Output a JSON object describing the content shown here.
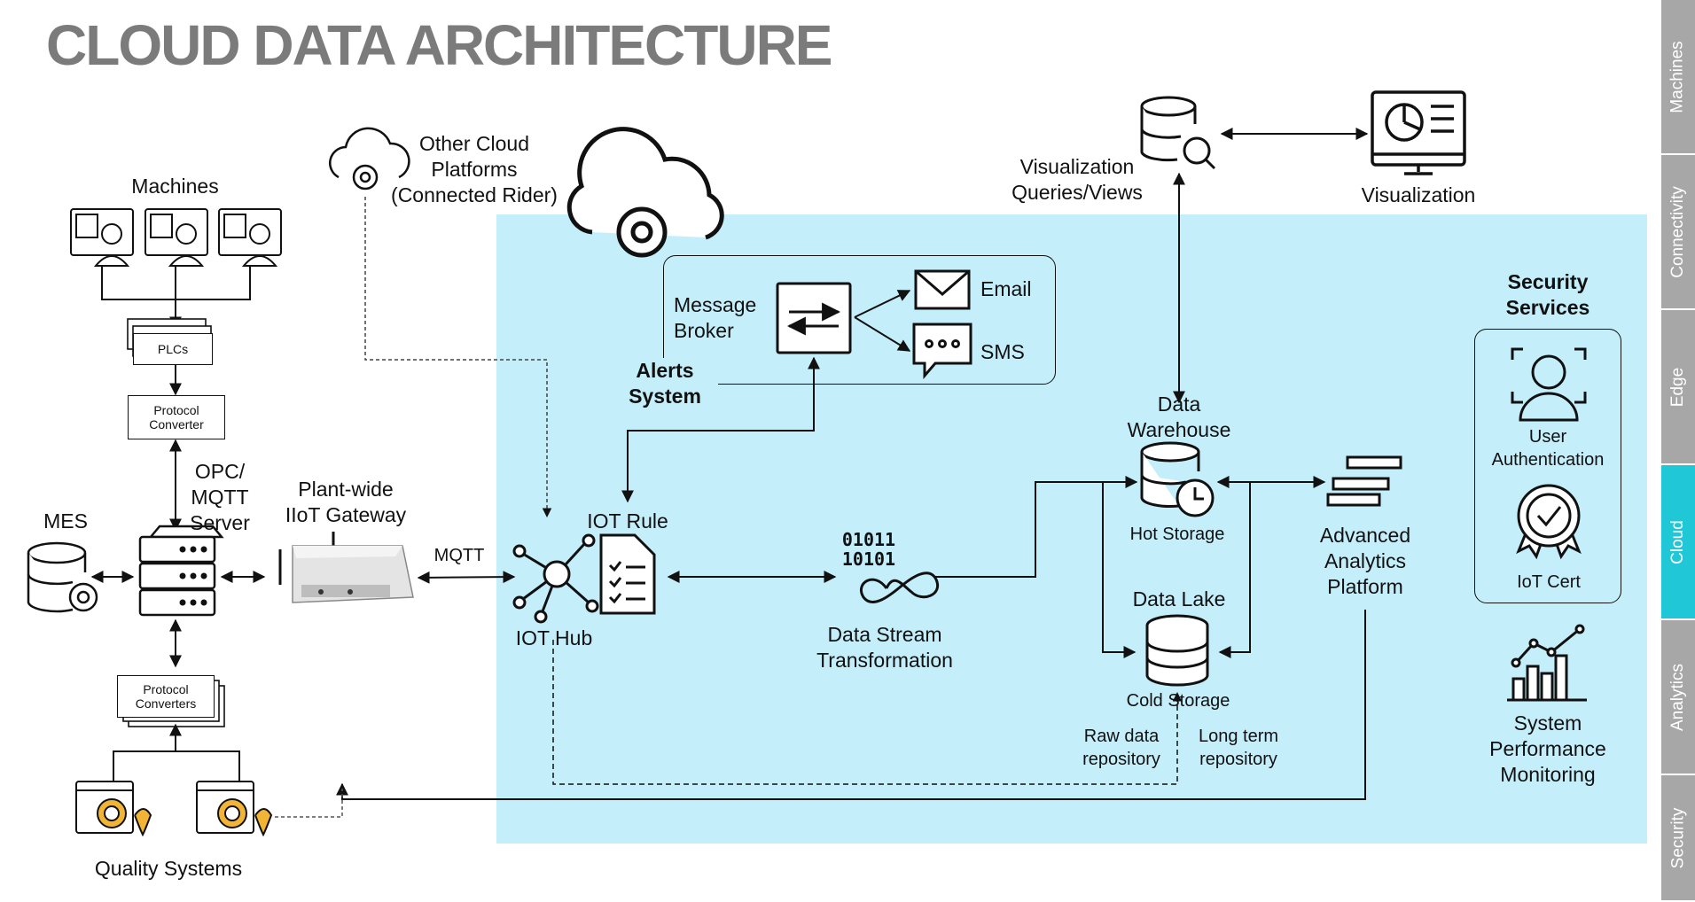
{
  "title": "CLOUD DATA ARCHITECTURE",
  "colors": {
    "cloud_region": "#c5eefb",
    "sidebar_gray": "#a7a7a7",
    "sidebar_active": "#20c7d7",
    "title_gray": "#7b7b7b"
  },
  "left": {
    "machines": "Machines",
    "plcs": "PLCs",
    "protocol_converter": [
      "Protocol",
      "Converter"
    ],
    "opc_mqtt": [
      "OPC/",
      "MQTT",
      "Server"
    ],
    "mes": "MES",
    "gateway": [
      "Plant-wide",
      "IIoT Gateway"
    ],
    "protocol_converters": [
      "Protocol",
      "Converters"
    ],
    "quality_systems": "Quality Systems",
    "other_cloud": [
      "Other Cloud",
      "Platforms",
      "(Connected Rider)"
    ],
    "mqtt": "MQTT"
  },
  "cloud": {
    "message_broker": [
      "Message",
      "Broker"
    ],
    "email": "Email",
    "sms": "SMS",
    "alerts_system": [
      "Alerts",
      "System"
    ],
    "iot_rule": "IOT Rule",
    "iot_hub": "IOT Hub",
    "binary": [
      "01011",
      "10101"
    ],
    "data_stream": [
      "Data Stream",
      "Transformation"
    ],
    "data_warehouse": [
      "Data",
      "Warehouse"
    ],
    "hot_storage": "Hot Storage",
    "data_lake": "Data Lake",
    "cold_storage": "Cold Storage",
    "raw_data": [
      "Raw data",
      "repository"
    ],
    "long_term": [
      "Long term",
      "repository"
    ],
    "advanced_analytics": [
      "Advanced",
      "Analytics",
      "Platform"
    ],
    "viz_queries": [
      "Visualization",
      "Queries/Views"
    ],
    "visualization": "Visualization",
    "security_services": [
      "Security",
      "Services"
    ],
    "user_auth": [
      "User",
      "Authentication"
    ],
    "iot_cert": "IoT Cert",
    "system_perf": [
      "System",
      "Performance",
      "Monitoring"
    ]
  },
  "sidebar": {
    "active": "Cloud",
    "tabs": [
      {
        "label": "Machines"
      },
      {
        "label": "Connectivity"
      },
      {
        "label": "Edge"
      },
      {
        "label": "Cloud"
      },
      {
        "label": "Analytics"
      },
      {
        "label": "Security"
      }
    ]
  }
}
